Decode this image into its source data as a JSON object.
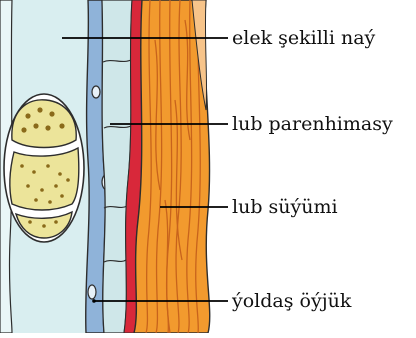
{
  "labels": {
    "sieve_tube": "elek şekilli naý",
    "phloem_parenchyma": "lub parenhimasy",
    "phloem_fibers": "lub süýümi",
    "companion_cell": "ýoldaş öýjük"
  },
  "colors": {
    "sieve_tube_fill": "#d9eef0",
    "companion_fill": "#8fb3d9",
    "parenchyma_fill": "#cfe7e9",
    "fiber_orange": "#f29a2e",
    "fiber_dark": "#c8631c",
    "fiber_red": "#d8283a",
    "sieve_plate_fill": "#ece49a",
    "sieve_plate_dots": "#8a6a1a",
    "outline": "#2d2d2d",
    "leader": "#000000"
  }
}
